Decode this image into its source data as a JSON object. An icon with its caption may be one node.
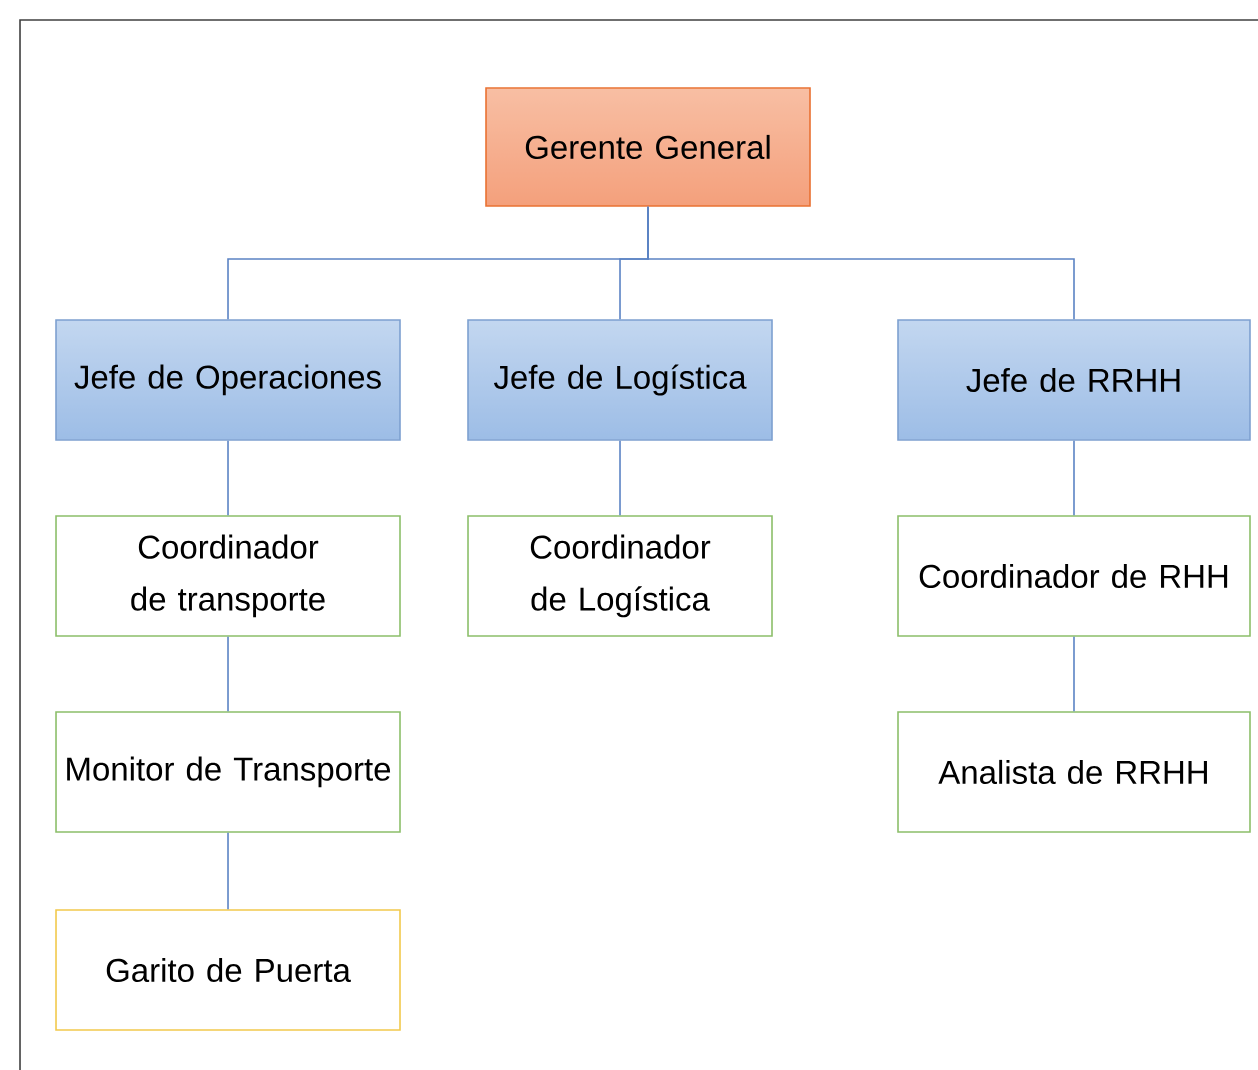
{
  "diagram": {
    "nodes": [
      {
        "text": [
          "Gerente General"
        ]
      },
      {
        "text": [
          "Jefe de Operaciones"
        ]
      },
      {
        "text": [
          "Jefe de Logística"
        ]
      },
      {
        "text": [
          "Jefe de RRHH"
        ]
      },
      {
        "text": [
          "Coordinador de transporte"
        ]
      },
      {
        "text": [
          "Coordinador de Logística"
        ]
      },
      {
        "text": [
          "Coordinador de RHH"
        ]
      },
      {
        "text": [
          "Monitor de Transporte"
        ]
      },
      {
        "text": [
          "Analista de RRHH"
        ]
      },
      {
        "text": [
          "Garito de Puerta"
        ]
      }
    ],
    "edges": [
      {
        "from": 0,
        "to": 1,
        "arrow": "none"
      },
      {
        "from": 0,
        "to": 2,
        "arrow": "none"
      },
      {
        "from": 0,
        "to": 3,
        "arrow": "none"
      },
      {
        "from": 1,
        "to": 4,
        "arrow": "none"
      },
      {
        "from": 4,
        "to": 7,
        "arrow": "none"
      },
      {
        "from": 7,
        "to": 9,
        "arrow": "none"
      },
      {
        "from": 2,
        "to": 5,
        "arrow": "none"
      },
      {
        "from": 3,
        "to": 6,
        "arrow": "none"
      },
      {
        "from": 6,
        "to": 8,
        "arrow": "none"
      }
    ]
  }
}
